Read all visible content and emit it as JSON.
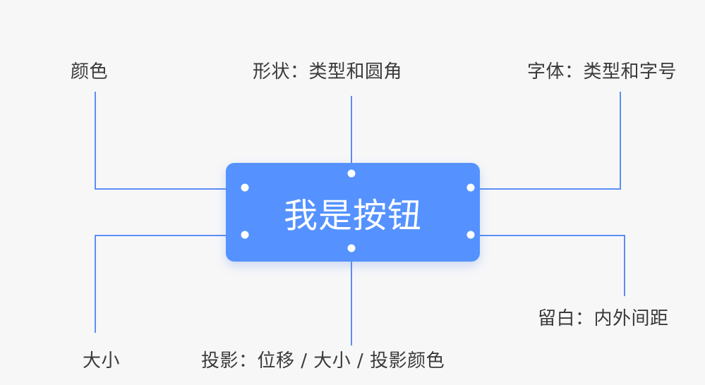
{
  "button": {
    "label": "我是按钮",
    "color": "#5592ff"
  },
  "labels": {
    "color": "颜色",
    "shape": "形状：类型和圆角",
    "font": "字体：类型和字号",
    "spacing": "留白：内外间距",
    "size": "大小",
    "shadow": "投影：位移 / 大小 / 投影颜色"
  },
  "connector_color": "#5b8ef5"
}
